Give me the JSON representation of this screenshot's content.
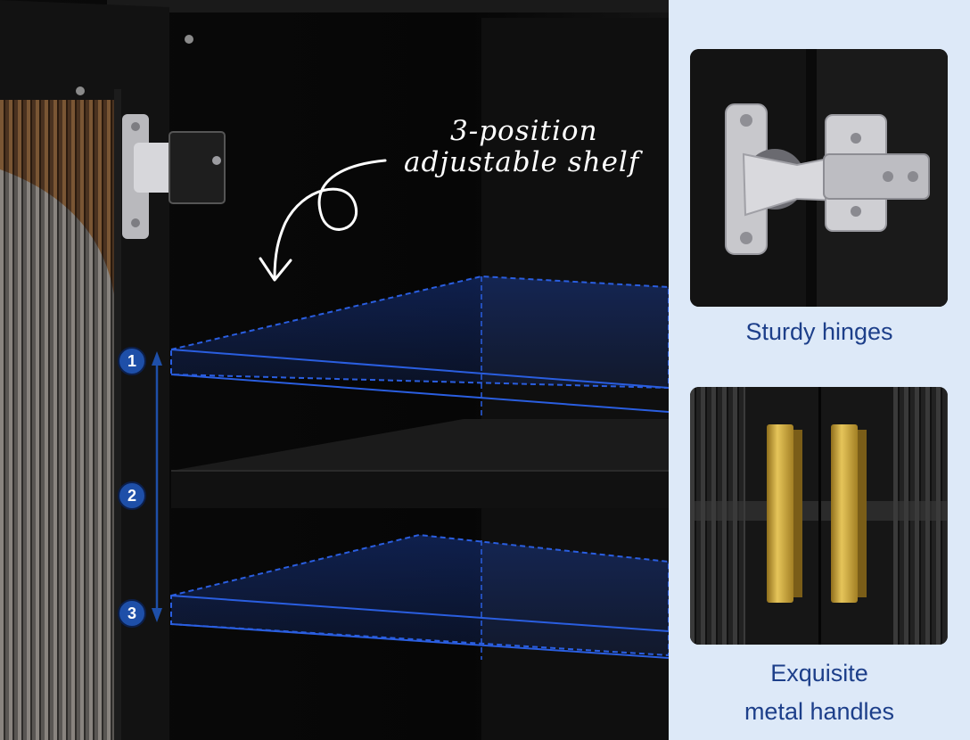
{
  "callout": {
    "line1": "3-position",
    "line2": "adjustable shelf"
  },
  "positions": [
    "1",
    "2",
    "3"
  ],
  "features": [
    {
      "caption_lines": [
        "Sturdy hinges"
      ]
    },
    {
      "caption_lines": [
        "Exquisite",
        "metal handles"
      ]
    }
  ],
  "colors": {
    "panel_bg": "#dde9f8",
    "caption_text": "#1d3f8a",
    "badge_fill": "#1e4fa8",
    "shelf_highlight": "#1f4fd0",
    "handle_gold": "#c9a63a",
    "hinge_chrome": "#c8c8cc",
    "door_wood": "#6b4a2a"
  }
}
